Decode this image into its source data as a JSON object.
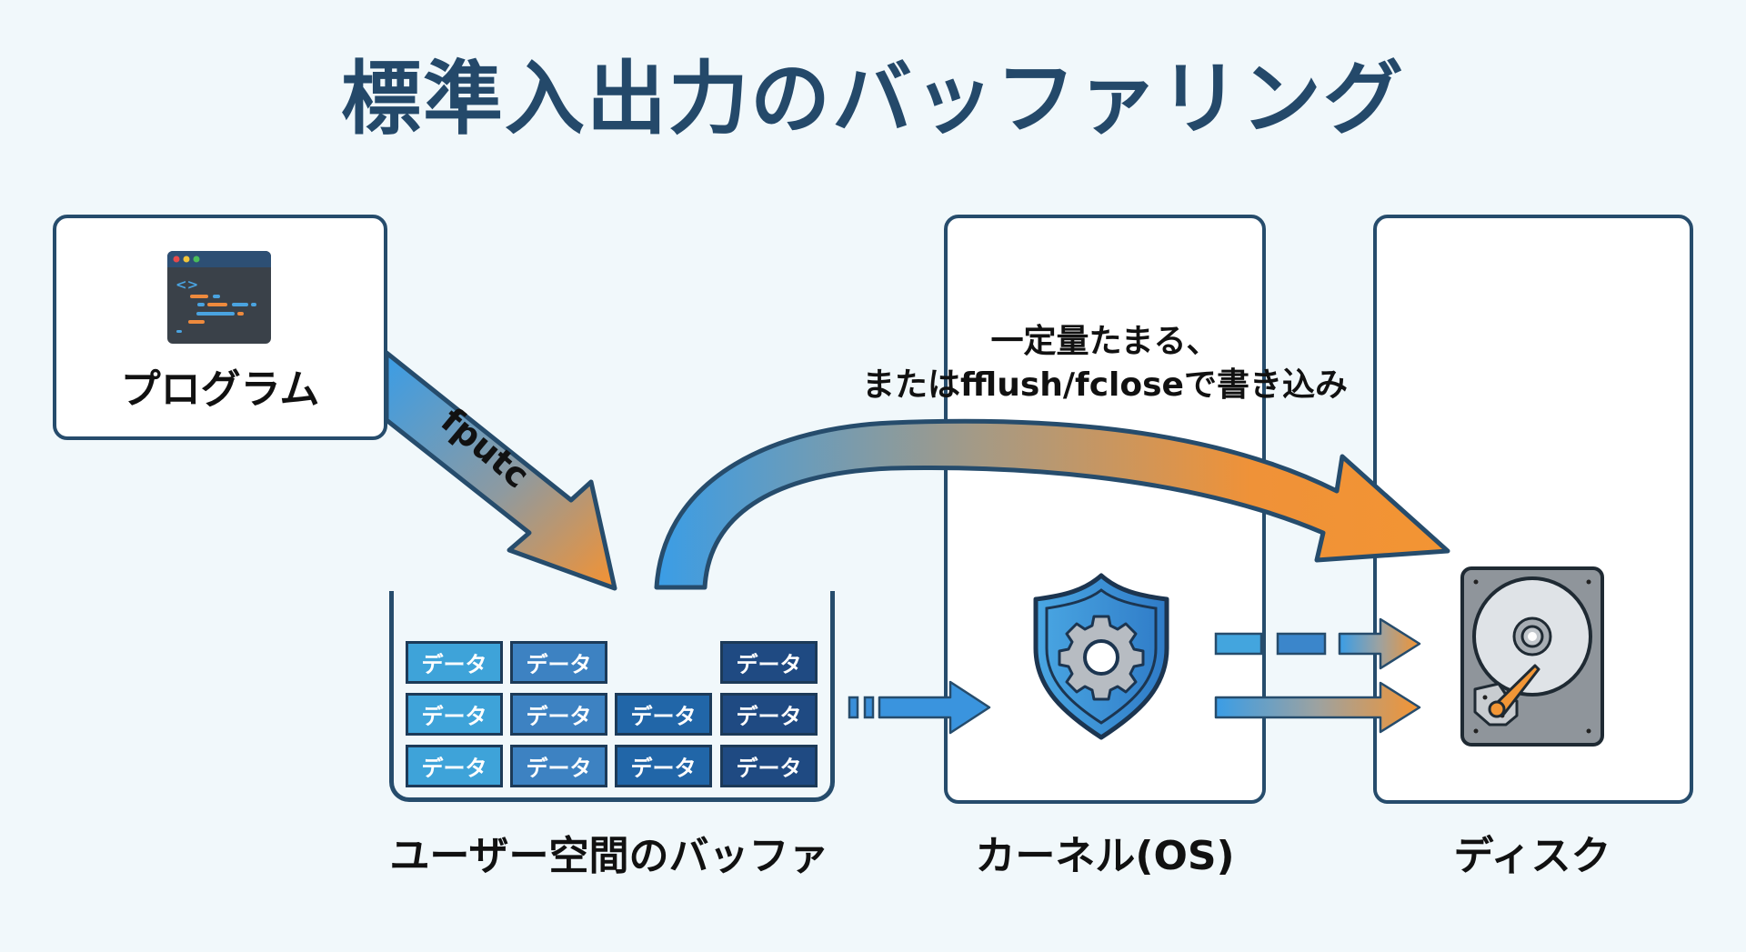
{
  "title": "標準入出力のバッファリング",
  "program": {
    "label": "プログラム",
    "icon": "code-window-icon"
  },
  "fputc_label": "fputc",
  "flush_text": {
    "line1": "一定量たまる、",
    "line2": "またはfflush/fcloseで書き込み"
  },
  "buffer": {
    "label": "ユーザー空間のバッファ",
    "rows": [
      [
        "データ",
        "データ",
        "",
        "データ"
      ],
      [
        "データ",
        "データ",
        "データ",
        "データ"
      ],
      [
        "データ",
        "データ",
        "データ",
        "データ"
      ]
    ],
    "column_colors": [
      "#3ea3d9",
      "#3d82c2",
      "#2166a8",
      "#1f4a82"
    ]
  },
  "kernel": {
    "label": "カーネル(OS)",
    "icon": "shield-gear-icon"
  },
  "disk": {
    "label": "ディスク",
    "icon": "hard-disk-icon"
  },
  "colors": {
    "outline": "#264c6c",
    "arrow_blue": "#3c9be0",
    "arrow_orange": "#f0922f",
    "title": "#24496a"
  }
}
